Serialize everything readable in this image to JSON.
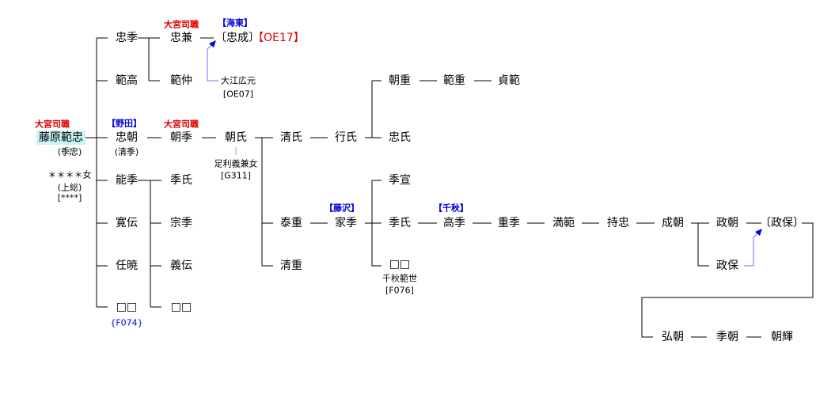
{
  "title": {
    "office": "大宮司職"
  },
  "root": {
    "name": "藤原範忠",
    "alias": "(季忠)",
    "wife": "＊＊＊＊女",
    "wife_origin": "(上総)",
    "wife_code": "[****]"
  },
  "gen1": {
    "tadasue": "忠季",
    "noritaka": "範高",
    "tadatomo": "忠朝",
    "tadatomo_alias": "(清季)",
    "tadatomo_house": "【野田】",
    "yoshisue": "能季",
    "kanden": "寛伝",
    "ningyo": "任暁",
    "unknown": "□□",
    "unknown_code": "{F074}"
  },
  "gen2": {
    "tadakane": "忠兼",
    "norinaka": "範仲",
    "tomosue": "朝季",
    "suekuji": "季氏",
    "munesue": "宗季",
    "giden": "義伝",
    "unknown": "□□"
  },
  "gen3": {
    "tadanari": "〔忠成〕",
    "tadanari_house": "【海東】",
    "tadanari_code": "【OE17】",
    "oe": "大江広元",
    "oe_code": "[OE07]",
    "tomouji": "朝氏",
    "tomouji_wife": "足利義兼女",
    "tomouji_wife_code": "[G311]"
  },
  "gen4": {
    "kiyouji": "清氏",
    "yasushige": "泰重",
    "kiyoshige": "清重"
  },
  "gen5": {
    "yukiuji": "行氏",
    "iesue": "家季",
    "iesue_house": "【藤沢】"
  },
  "gen6": {
    "tomoshige": "朝重",
    "tadauji": "忠氏",
    "suenobu": "季宣",
    "sueuji": "季氏",
    "unknown": "□□",
    "unknown_name": "千秋範世",
    "unknown_code": "[F076]"
  },
  "gen7": {
    "norishige": "範重",
    "takasue": "高季",
    "takasue_house": "【千秋】"
  },
  "gen8": {
    "sadanori": "貞範",
    "shigesue": "重季"
  },
  "gen9": {
    "mitsunori": "満範"
  },
  "gen10": {
    "mochitada": "持忠"
  },
  "gen11": {
    "narutomo": "成朝"
  },
  "gen12": {
    "masatomo": "政朝",
    "masayasu": "政保"
  },
  "gen13": {
    "masayasu_ref": "〔政保〕"
  },
  "gen14": {
    "hirotomo": "弘朝",
    "suetomo": "季朝",
    "tomoteru": "朝輝"
  },
  "colors": {
    "office": "#e00000",
    "house": "#0000e0",
    "highlight": "#c8f4f8",
    "adoption_arrow": "#7070ff"
  }
}
